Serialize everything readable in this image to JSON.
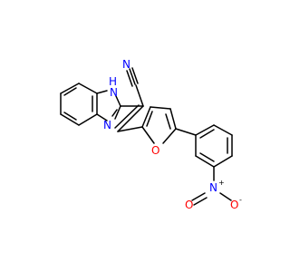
{
  "molecule": {
    "atoms": {
      "nh_n": "N",
      "nh_h": "H",
      "nitrile_n": "N",
      "benzimidazole_n": "N",
      "furan_o": "O",
      "nitro_n": "N",
      "nitro_plus": "+",
      "nitro_o_top": "O",
      "nitro_o_bottom": "O",
      "nitro_o_minus": "-"
    },
    "colors": {
      "bond": "#000000",
      "carbon_text": "#000000",
      "nitrogen": "#0000ff",
      "oxygen": "#ff0000"
    }
  }
}
